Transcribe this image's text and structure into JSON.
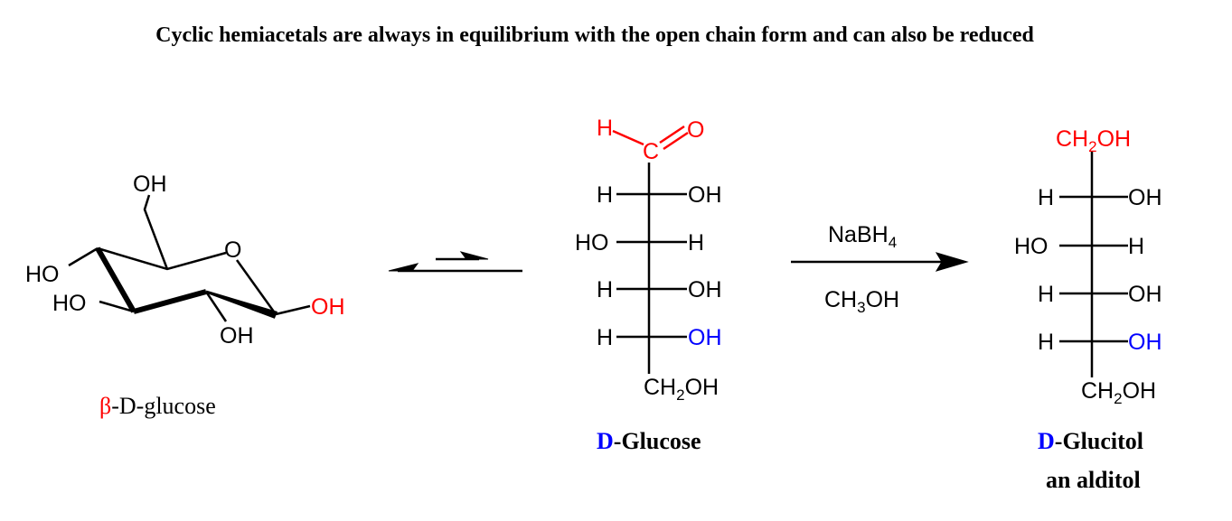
{
  "title": "Cyclic hemiacetals are always in equilibrium with the open chain form and can also be reduced",
  "colors": {
    "red": "#ff0000",
    "blue": "#0000ff",
    "black": "#000000"
  },
  "beta_glucose": {
    "oh_c6": "OH",
    "ring_o": "O",
    "ho_c4": "HO",
    "ho_c3": "HO",
    "oh_c2": "OH",
    "oh_c1": "OH",
    "label_prefix": "β",
    "label_rest": "-D-glucose"
  },
  "d_glucose": {
    "aldehyde_h": "H",
    "aldehyde_c": "C",
    "aldehyde_o": "O",
    "rows": [
      {
        "left": "H",
        "right": "OH"
      },
      {
        "left": "HO",
        "right": "H"
      },
      {
        "left": "H",
        "right": "OH"
      },
      {
        "left": "H",
        "right": "OH"
      }
    ],
    "bottom": {
      "a": "CH",
      "sub": "2",
      "b": "OH"
    },
    "label_d": "D",
    "label_rest": "-Glucose"
  },
  "reagents": {
    "top": {
      "a": "NaBH",
      "sub": "4"
    },
    "bottom": {
      "a": "CH",
      "sub": "3",
      "b": "OH"
    }
  },
  "d_glucitol": {
    "top": {
      "a": "CH",
      "sub": "2",
      "b": "OH"
    },
    "rows": [
      {
        "left": "H",
        "right": "OH"
      },
      {
        "left": "HO",
        "right": "H"
      },
      {
        "left": "H",
        "right": "OH"
      },
      {
        "left": "H",
        "right": "OH"
      }
    ],
    "bottom": {
      "a": "CH",
      "sub": "2",
      "b": "OH"
    },
    "label_d": "D",
    "label_rest": "-Glucitol",
    "sublabel": "an alditol"
  }
}
